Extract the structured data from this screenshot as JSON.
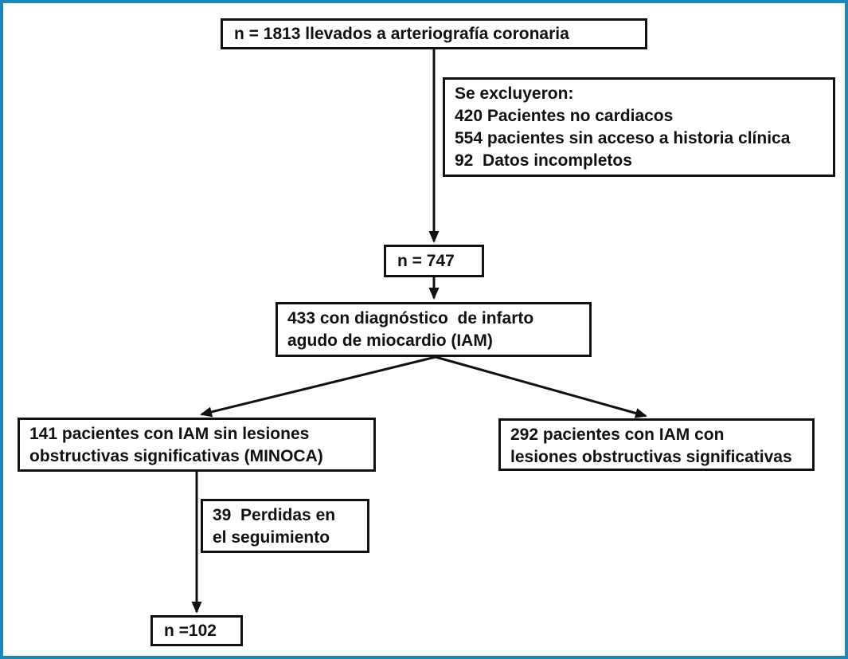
{
  "flow": {
    "frame_color": "#1d87ba",
    "box_border_color": "#111111",
    "text_color": "#111111",
    "nodes": {
      "total": {
        "text": "n = 1813 llevados a arteriografía coronaria"
      },
      "excluded": {
        "lines": [
          "Se excluyeron:",
          "420 Pacientes no cardiacos",
          "554 pacientes sin acceso a historia clínica",
          "92  Datos incompletos"
        ]
      },
      "n747": {
        "text": "n = 747"
      },
      "iam": {
        "lines": [
          "433 con diagnóstico  de infarto",
          "agudo de miocardio (IAM)"
        ]
      },
      "minoca": {
        "lines": [
          "141 pacientes con IAM sin lesiones",
          "obstructivas significativas (MINOCA)"
        ]
      },
      "obstructivas": {
        "lines": [
          "292 pacientes con IAM con",
          "lesiones obstructivas significativas"
        ]
      },
      "perdidas": {
        "lines": [
          "39  Perdidas en",
          "el seguimiento"
        ]
      },
      "n102": {
        "text": "n =102"
      }
    }
  }
}
